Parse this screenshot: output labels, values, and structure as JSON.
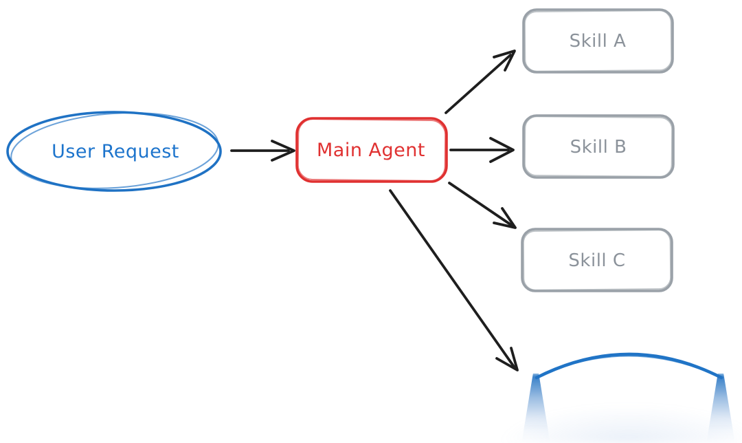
{
  "diagram": {
    "background": "#ffffff",
    "arrow_color": "#1e1e1e",
    "fade_smear_color": "#1f71c2",
    "nodes": {
      "user_request": {
        "label": "User Request",
        "shape": "ellipse",
        "stroke": "#1f72c4",
        "text_color": "#1d74cc"
      },
      "main_agent": {
        "label": "Main Agent",
        "shape": "rounded-rectangle",
        "stroke": "#e03131",
        "text_color": "#e03131"
      },
      "skill_a": {
        "label": "Skill A",
        "shape": "rounded-rectangle",
        "stroke": "#9aa1a8",
        "text_color": "#8b929a"
      },
      "skill_b": {
        "label": "Skill B",
        "shape": "rounded-rectangle",
        "stroke": "#9aa1a8",
        "text_color": "#8b929a"
      },
      "skill_c": {
        "label": "Skill C",
        "shape": "rounded-rectangle",
        "stroke": "#9aa1a8",
        "text_color": "#8b929a"
      },
      "partial_bottom": {
        "label": "",
        "shape": "ellipse-clipped-at-bottom-edge",
        "stroke": "#2074c6"
      }
    },
    "connections": [
      {
        "from": "user_request",
        "to": "main_agent"
      },
      {
        "from": "main_agent",
        "to": "skill_a"
      },
      {
        "from": "main_agent",
        "to": "skill_b"
      },
      {
        "from": "main_agent",
        "to": "skill_c"
      },
      {
        "from": "main_agent",
        "to": "partial_bottom"
      }
    ]
  }
}
